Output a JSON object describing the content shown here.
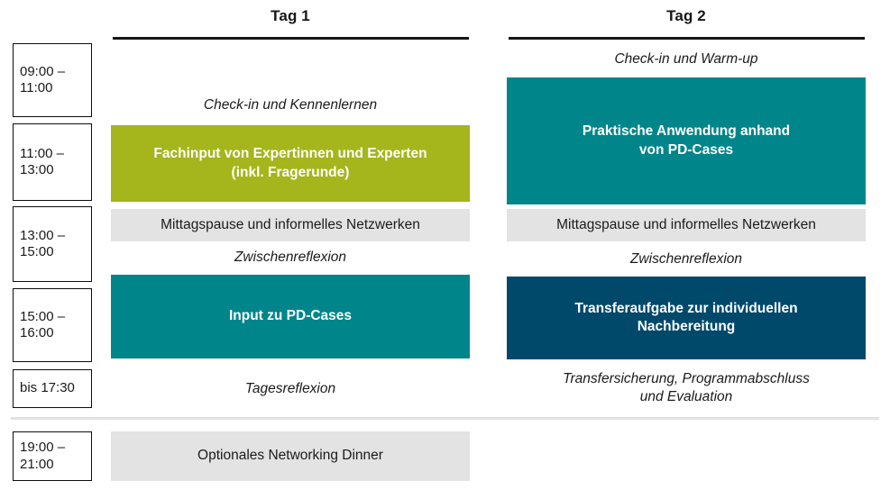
{
  "palette": {
    "olive": "#a5b51c",
    "teal": "#00868a",
    "navy": "#00496b",
    "gray": "#e3e3e3",
    "white": "#ffffff",
    "ink": "#161616",
    "divider": "#e2e2e2"
  },
  "columns": {
    "day1": {
      "label": "Tag 1"
    },
    "day2": {
      "label": "Tag 2"
    }
  },
  "time_slots": [
    {
      "label": "09:00 –\n11:00"
    },
    {
      "label": "11:00 –\n13:00"
    },
    {
      "label": "13:00 –\n15:00"
    },
    {
      "label": "15:00 –\n16:00"
    },
    {
      "label": "bis 17:30"
    },
    {
      "label": "19:00 –\n21:00"
    }
  ],
  "day1_blocks": [
    {
      "text": "Check-in und Kennenlernen",
      "style": "plain"
    },
    {
      "text": "Fachinput von Expertinnen und Experten\n(inkl. Fragerunde)",
      "style": "olive"
    },
    {
      "text": "Mittagspause und informelles Netzwerken",
      "style": "gray"
    },
    {
      "text": "Zwischenreflexion",
      "style": "plain"
    },
    {
      "text": "Input zu PD-Cases",
      "style": "teal"
    },
    {
      "text": "Tagesreflexion",
      "style": "plain"
    },
    {
      "text": "Optionales Networking Dinner",
      "style": "gray"
    }
  ],
  "day2_blocks": [
    {
      "text": "Check-in und Warm-up",
      "style": "plain"
    },
    {
      "text": "Praktische Anwendung anhand\nvon PD-Cases",
      "style": "teal"
    },
    {
      "text": "Mittagspause und informelles Netzwerken",
      "style": "gray"
    },
    {
      "text": "Zwischenreflexion",
      "style": "plain"
    },
    {
      "text": "Transferaufgabe zur individuellen\nNachbereitung",
      "style": "navy"
    },
    {
      "text": "Transfersicherung, Programmabschluss\nund Evaluation",
      "style": "plain"
    }
  ]
}
